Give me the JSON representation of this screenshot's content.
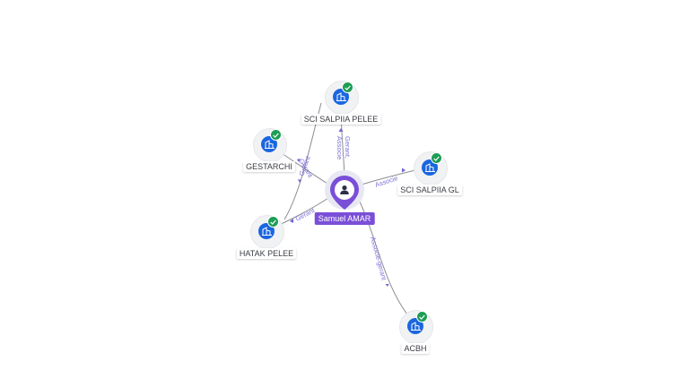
{
  "center": {
    "name": "Samuel AMAR",
    "icon": "person-icon"
  },
  "nodes": [
    {
      "id": "sci-salpiia-pelee",
      "name": "SCI SALPIIA PELEE",
      "icon": "building-icon",
      "verified": true
    },
    {
      "id": "gestarchi",
      "name": "GESTARCHI",
      "icon": "building-icon",
      "verified": true
    },
    {
      "id": "sci-salpiia-gl",
      "name": "SCI SALPIIA GL",
      "icon": "building-icon",
      "verified": true
    },
    {
      "id": "hatak-pelee",
      "name": "HATAK PELEE",
      "icon": "building-icon",
      "verified": true
    },
    {
      "id": "acbh",
      "name": "ACBH",
      "icon": "building-icon",
      "verified": true
    }
  ],
  "edges": [
    {
      "from": "center",
      "to": "sci-salpiia-pelee",
      "label_line1": "Gerant,",
      "label_line2": "Associe"
    },
    {
      "from": "center",
      "to": "gestarchi",
      "label": "Gerant"
    },
    {
      "from": "center",
      "to": "sci-salpiia-gl",
      "label": "Associe"
    },
    {
      "from": "center",
      "to": "hatak-pelee",
      "label": "Gerant"
    },
    {
      "from": "hatak-pelee",
      "to": "sci-salpiia-pelee",
      "label": "Gerant"
    },
    {
      "from": "center",
      "to": "acbh",
      "label": "Associe-gerant"
    }
  ],
  "colors": {
    "accent": "#7a4fd8",
    "company": "#1a66e0",
    "verified": "#1f9d55",
    "edge": "#8a8d93",
    "edge_label": "#7c6fd6"
  }
}
